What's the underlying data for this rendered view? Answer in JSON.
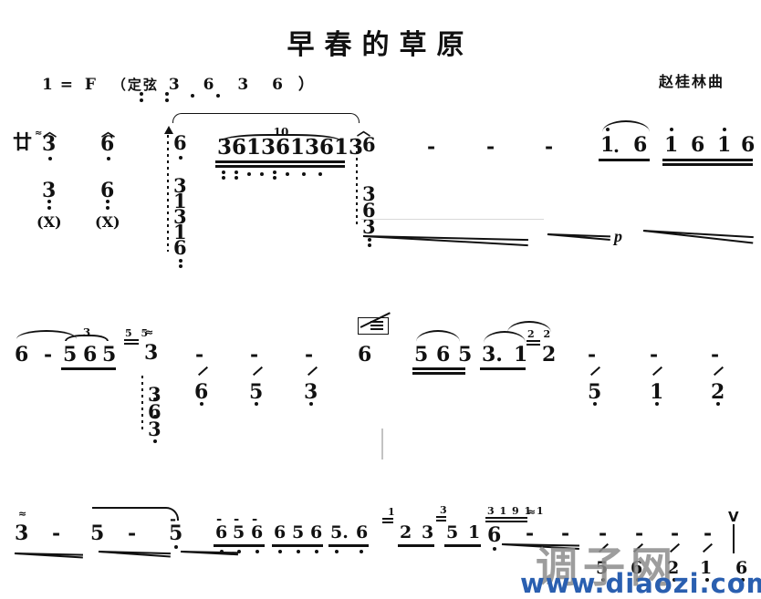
{
  "document": {
    "type": "jianpu-sheet-music",
    "title": "早春的草原",
    "composer_credit": "赵桂林曲",
    "key_signature": {
      "prefix": "1 =",
      "key": "F",
      "tuning_label": "（定弦",
      "tuning_notes": "3 6 3 6",
      "tuning_close": "）"
    }
  },
  "watermark": {
    "site_cn": "调子网",
    "site_url": "www.diaozi.com",
    "color_cn": "#8d8d8d",
    "color_url": "#2a5fb0"
  },
  "systems": [
    {
      "index": 1,
      "lead_symbol": "廿",
      "notes": [
        {
          "n": "3",
          "oct": "low"
        },
        {
          "n": "6",
          "oct": "low"
        },
        {
          "n": "3",
          "oct": "low"
        },
        {
          "n": "6",
          "oct": "low"
        },
        {
          "n": "(X)"
        },
        {
          "n": "(X)"
        },
        {
          "n": "6"
        },
        {
          "n": "3613613613",
          "tuplet": "10"
        },
        {
          "n": "6"
        },
        {
          "n": "-"
        },
        {
          "n": "-"
        },
        {
          "n": "-"
        },
        {
          "n": "1",
          "oct": "high"
        },
        {
          "n": "6"
        },
        {
          "n": "1",
          "oct": "high"
        },
        {
          "n": "6"
        },
        {
          "n": "1",
          "oct": "high"
        },
        {
          "n": "6"
        }
      ],
      "chord_columns": [
        {
          "stack": [
            "6",
            "3",
            "1",
            "3",
            "1",
            "6"
          ],
          "arpeggio": true,
          "arrow": "up"
        },
        {
          "stack": [
            "6",
            "3",
            "6",
            "3"
          ],
          "arpeggio": true,
          "caret": "^"
        }
      ],
      "dynamics": [
        {
          "mark": "diminuendo"
        },
        {
          "mark": "diminuendo"
        },
        {
          "mark": "p"
        },
        {
          "mark": "crescendo"
        }
      ]
    },
    {
      "index": 2,
      "notes": [
        {
          "n": "6"
        },
        {
          "n": "-"
        },
        {
          "n": "5",
          "tuplet": "3"
        },
        {
          "n": "6"
        },
        {
          "n": "5"
        },
        {
          "n": "3",
          "grace": "5 5"
        },
        {
          "n": "-"
        },
        {
          "n": "-"
        },
        {
          "n": "-"
        },
        {
          "n": "6",
          "oct": "low"
        },
        {
          "n": "5",
          "oct": "low"
        },
        {
          "n": "3",
          "oct": "low"
        },
        {
          "n": "6"
        },
        {
          "n": "5"
        },
        {
          "n": "6"
        },
        {
          "n": "5"
        },
        {
          "n": "3."
        },
        {
          "n": "1"
        },
        {
          "n": "2",
          "grace": "2 2"
        },
        {
          "n": "-"
        },
        {
          "n": "-"
        },
        {
          "n": "-"
        },
        {
          "n": "5",
          "oct": "low"
        },
        {
          "n": "1",
          "oct": "low"
        },
        {
          "n": "2",
          "oct": "low"
        }
      ],
      "chord_columns": [
        {
          "stack": [
            "3",
            "6",
            "3"
          ],
          "arpeggio": true
        }
      ],
      "markings": [
        "glissando-box"
      ]
    },
    {
      "index": 3,
      "notes": [
        {
          "n": "3"
        },
        {
          "n": "-"
        },
        {
          "n": "5"
        },
        {
          "n": "-"
        },
        {
          "n": "5"
        },
        {
          "n": "6"
        },
        {
          "n": "5"
        },
        {
          "n": "6"
        },
        {
          "n": "6"
        },
        {
          "n": "5"
        },
        {
          "n": "6"
        },
        {
          "n": "5."
        },
        {
          "n": "6"
        },
        {
          "n": "2",
          "grace": "1"
        },
        {
          "n": "3"
        },
        {
          "n": "5",
          "grace": "3"
        },
        {
          "n": "1"
        },
        {
          "n": "6",
          "grace": "3 1 9 1 1"
        },
        {
          "n": "-"
        },
        {
          "n": "-"
        },
        {
          "n": "-"
        },
        {
          "n": "-"
        },
        {
          "n": "-"
        },
        {
          "n": "-"
        },
        {
          "n": "5",
          "oct": "low"
        },
        {
          "n": "6",
          "oct": "low"
        },
        {
          "n": "2",
          "oct": "low"
        },
        {
          "n": "1",
          "oct": "low"
        },
        {
          "n": "6",
          "oct": "low"
        }
      ],
      "end_mark": "V"
    }
  ]
}
